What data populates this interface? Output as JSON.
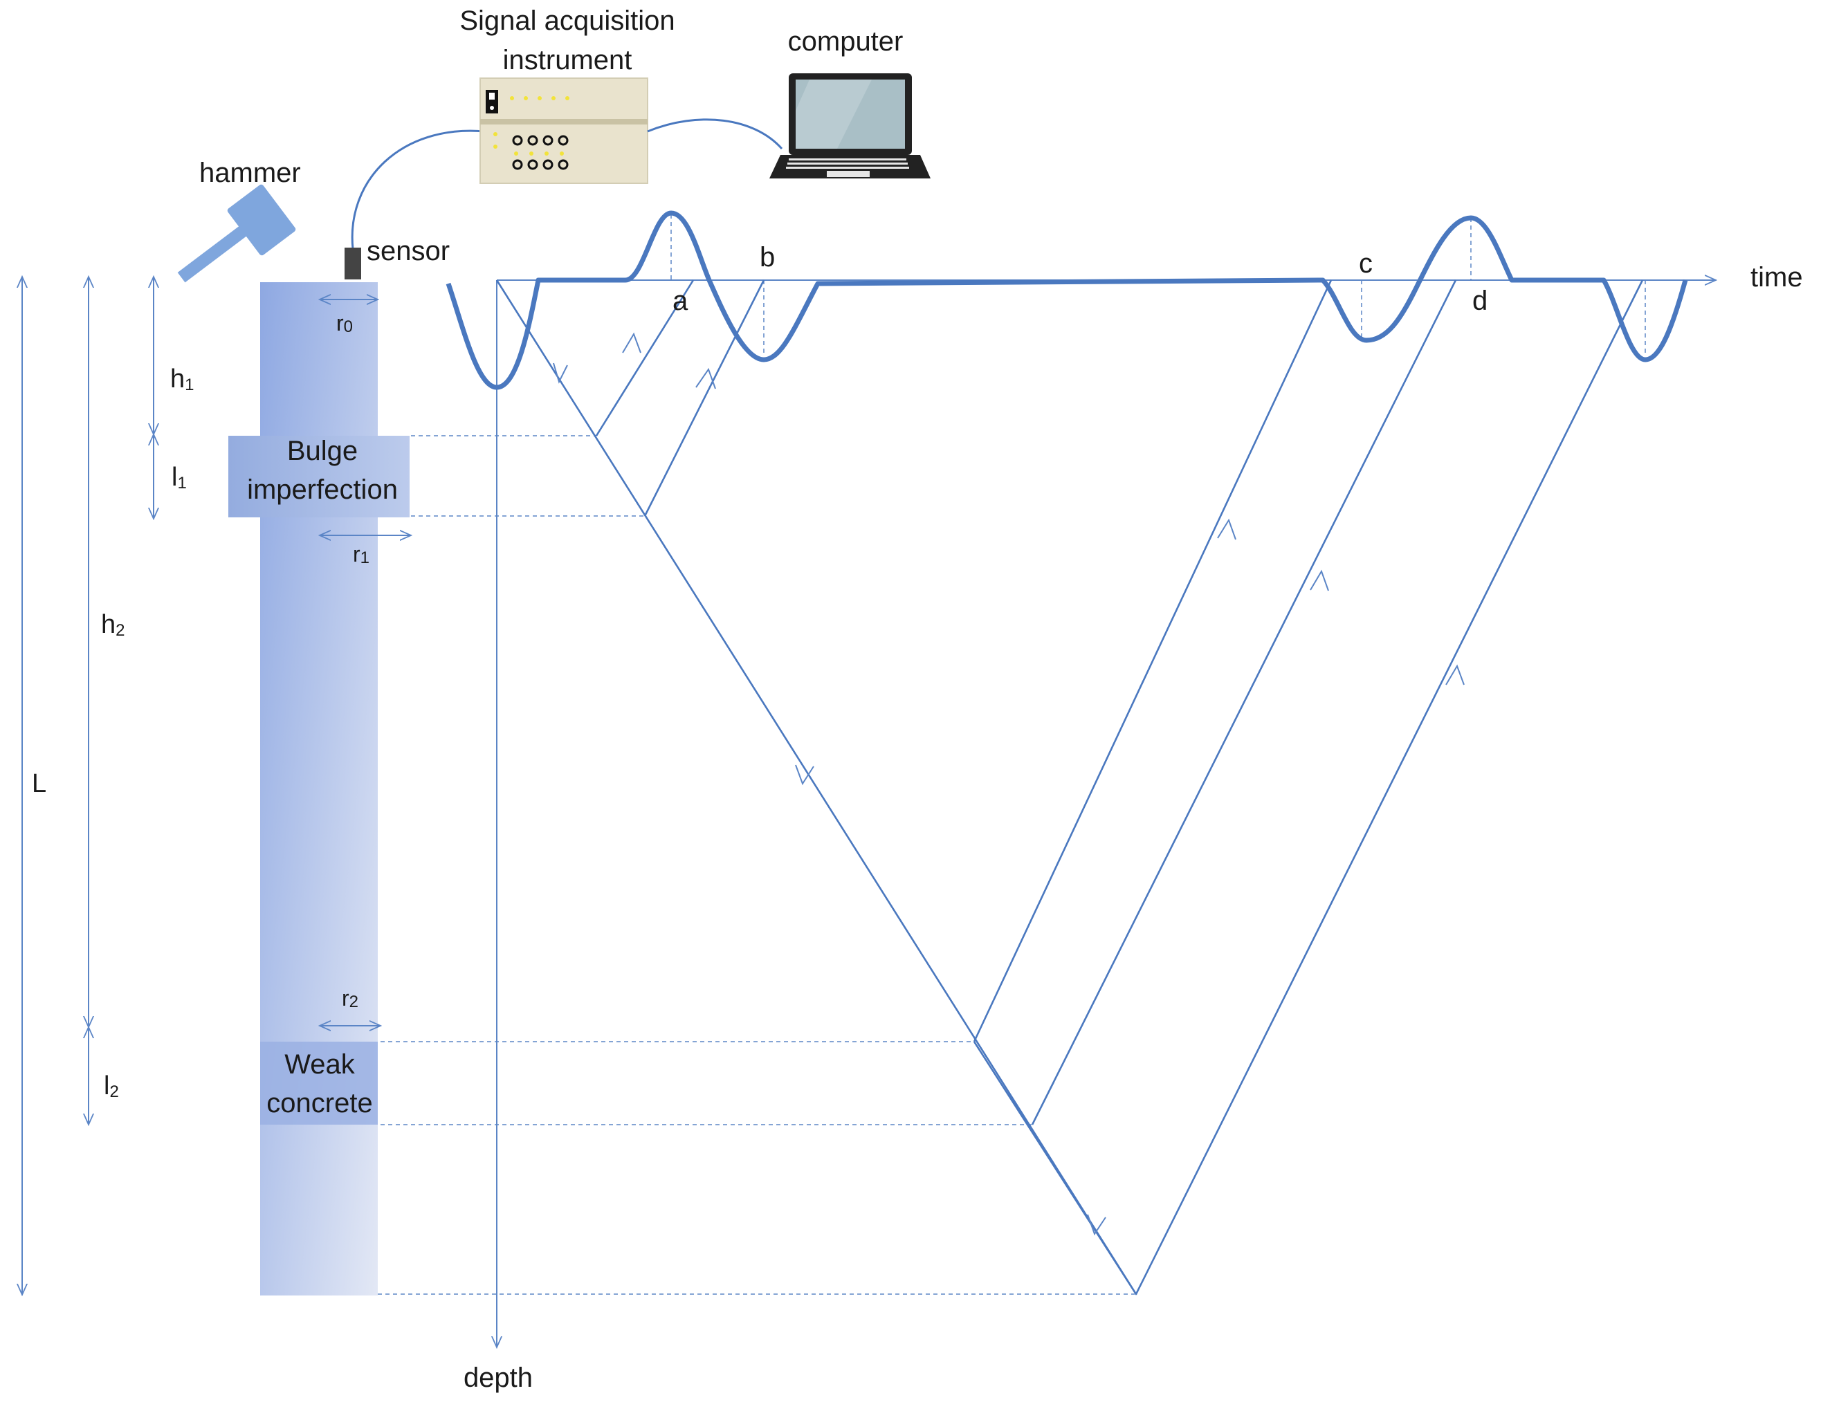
{
  "labels": {
    "hammer": "hammer",
    "sensor": "sensor",
    "instrument_line1": "Signal acquisition",
    "instrument_line2": "instrument",
    "computer": "computer",
    "time_axis": "time",
    "depth_axis": "depth",
    "bulge_line1": "Bulge",
    "bulge_line2": "imperfection",
    "weak_line1": "Weak",
    "weak_line2": "concrete",
    "dim_L": "L",
    "dim_h": "h",
    "dim_h1_sub": "1",
    "dim_h2_sub": "2",
    "dim_l": "l",
    "dim_l1_sub": "1",
    "dim_l2_sub": "2",
    "dim_r": "r",
    "dim_r0_sub": "0",
    "dim_r1_sub": "1",
    "dim_r2_sub": "2",
    "point_a": "a",
    "point_b": "b",
    "point_c": "c",
    "point_d": "d"
  },
  "colors": {
    "line": "#4a78bf",
    "thin_line": "#5b85c6",
    "pile_dark": "#8ea8e2",
    "pile_light": "#dfe5f4",
    "hammer": "#7fa6dd",
    "instrument_body": "#e9e3cd",
    "laptop": "#222222",
    "laptop_screen": "#a9bfc6"
  },
  "icons": [
    "hammer-icon",
    "sensor-icon",
    "instrument-icon",
    "laptop-icon"
  ]
}
